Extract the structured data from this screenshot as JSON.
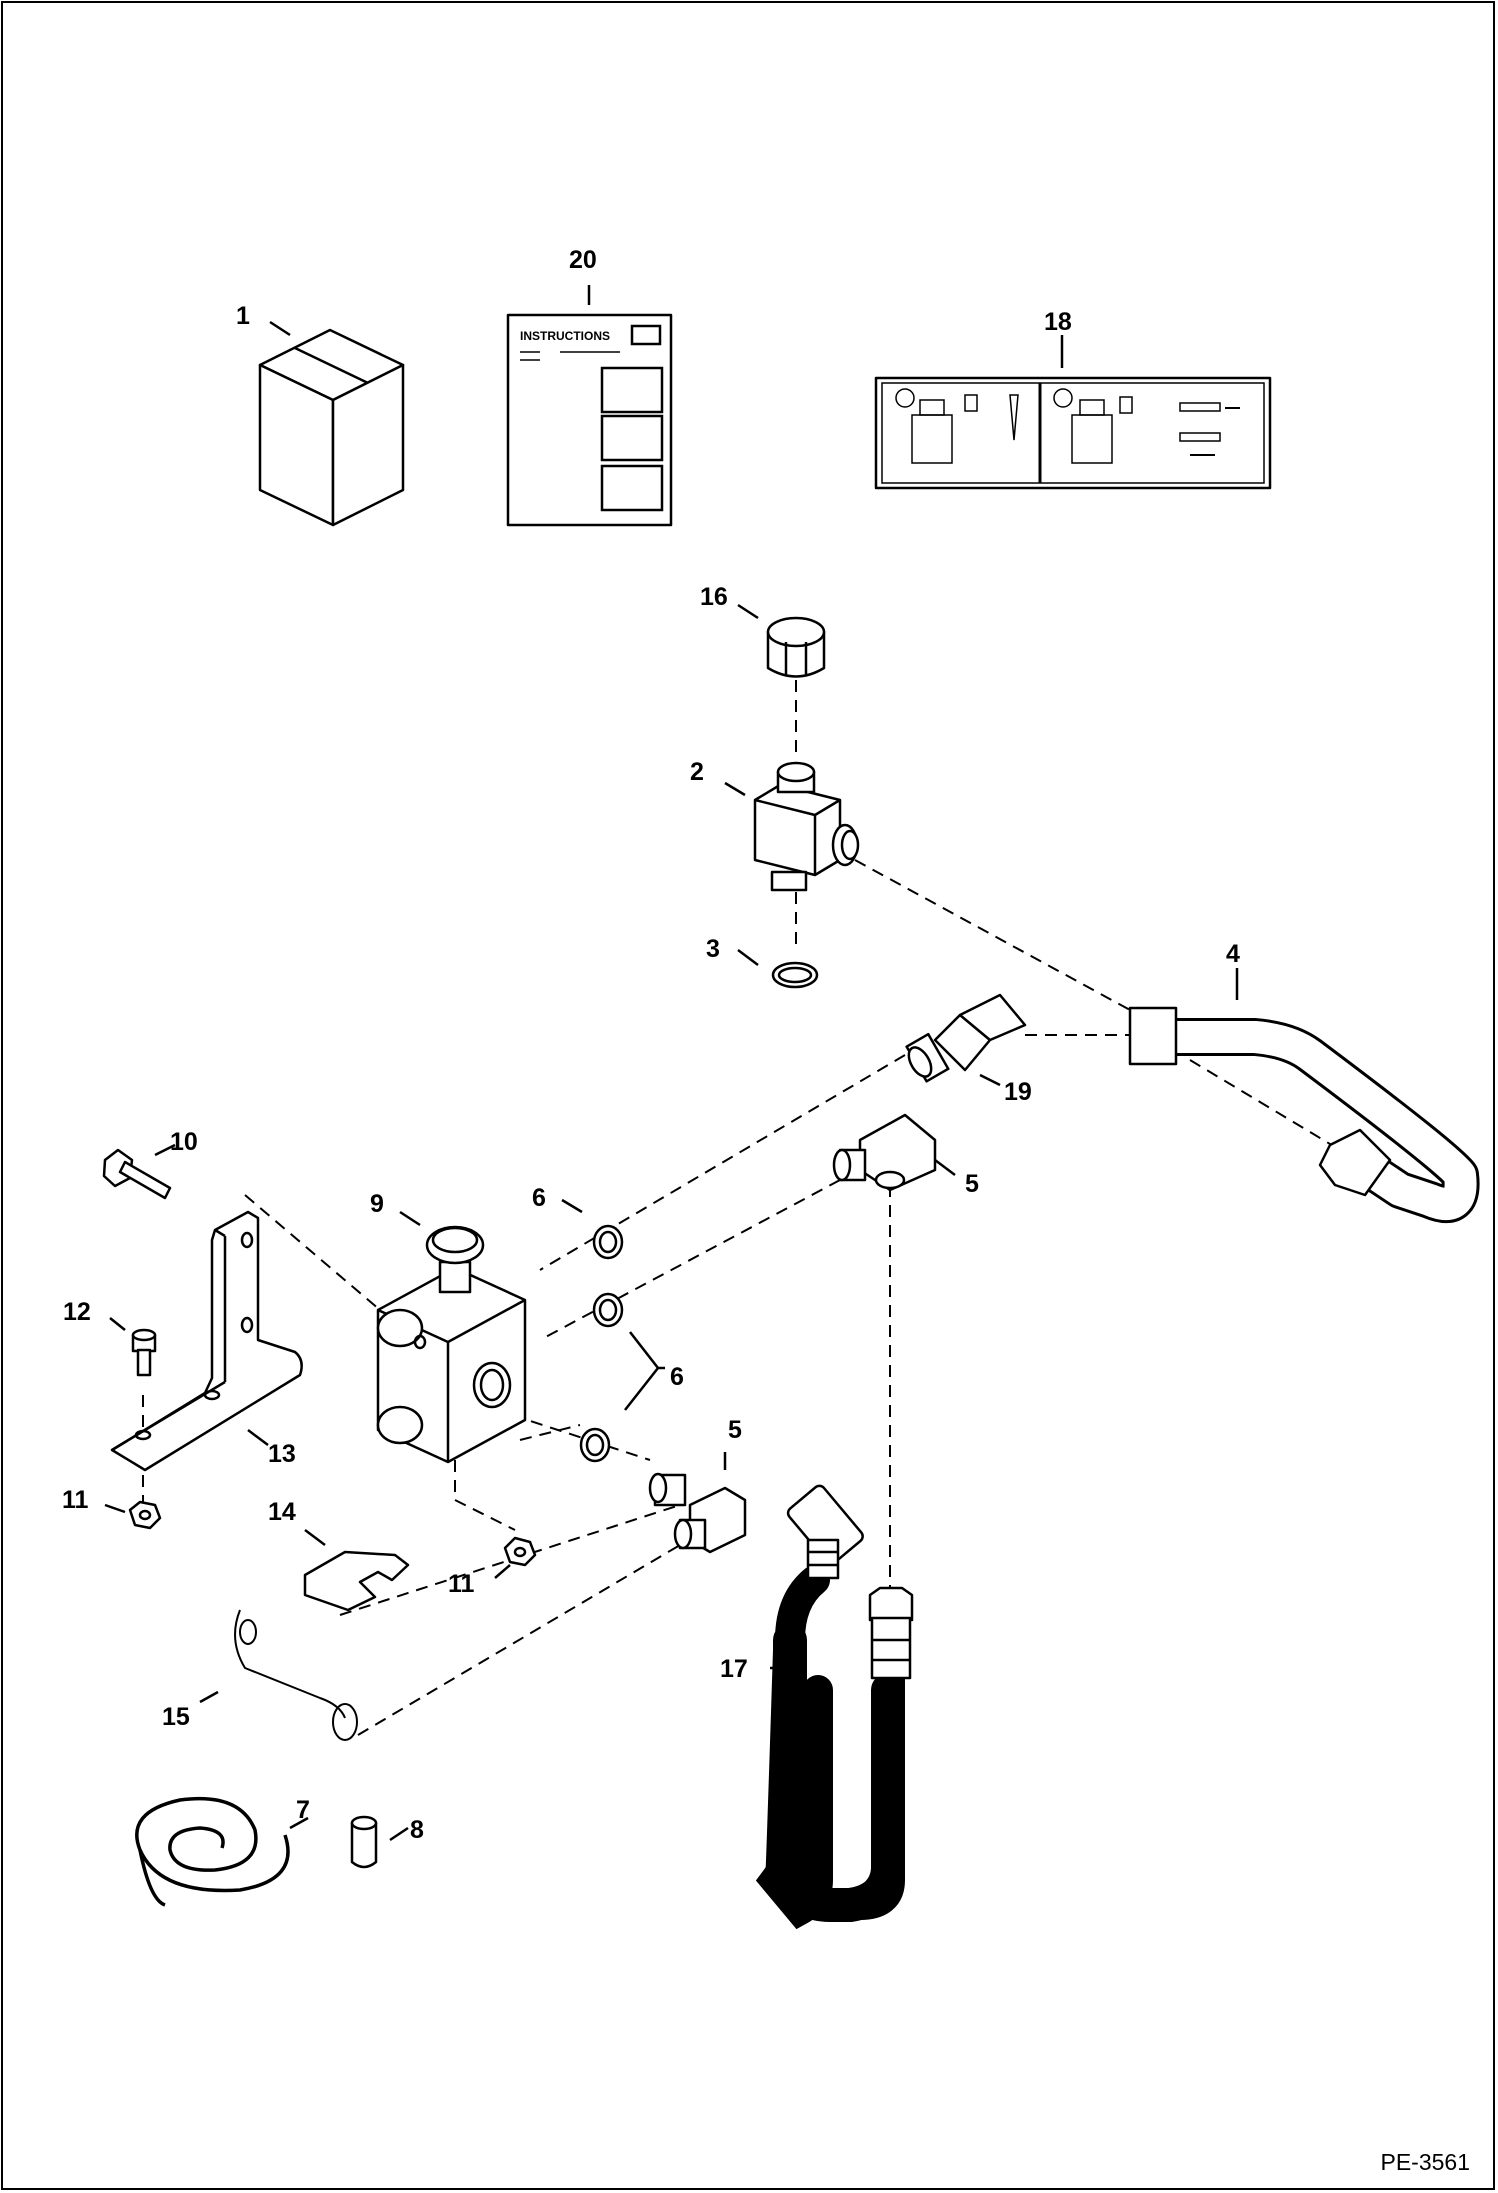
{
  "figure_id": "PE-3561",
  "instructions_sheet": {
    "title": "INSTRUCTIONS"
  },
  "callouts": [
    {
      "key": "c1",
      "label": "1"
    },
    {
      "key": "c20",
      "label": "20"
    },
    {
      "key": "c18",
      "label": "18"
    },
    {
      "key": "c16",
      "label": "16"
    },
    {
      "key": "c2",
      "label": "2"
    },
    {
      "key": "c3",
      "label": "3"
    },
    {
      "key": "c4",
      "label": "4"
    },
    {
      "key": "c19",
      "label": "19"
    },
    {
      "key": "c10",
      "label": "10"
    },
    {
      "key": "c9",
      "label": "9"
    },
    {
      "key": "c6a",
      "label": "6"
    },
    {
      "key": "c5a",
      "label": "5"
    },
    {
      "key": "c12",
      "label": "12"
    },
    {
      "key": "c6b",
      "label": "6"
    },
    {
      "key": "c13",
      "label": "13"
    },
    {
      "key": "c5b",
      "label": "5"
    },
    {
      "key": "c11a",
      "label": "11"
    },
    {
      "key": "c14",
      "label": "14"
    },
    {
      "key": "c11b",
      "label": "11"
    },
    {
      "key": "c17",
      "label": "17"
    },
    {
      "key": "c15",
      "label": "15"
    },
    {
      "key": "c7",
      "label": "7"
    },
    {
      "key": "c8",
      "label": "8"
    }
  ]
}
